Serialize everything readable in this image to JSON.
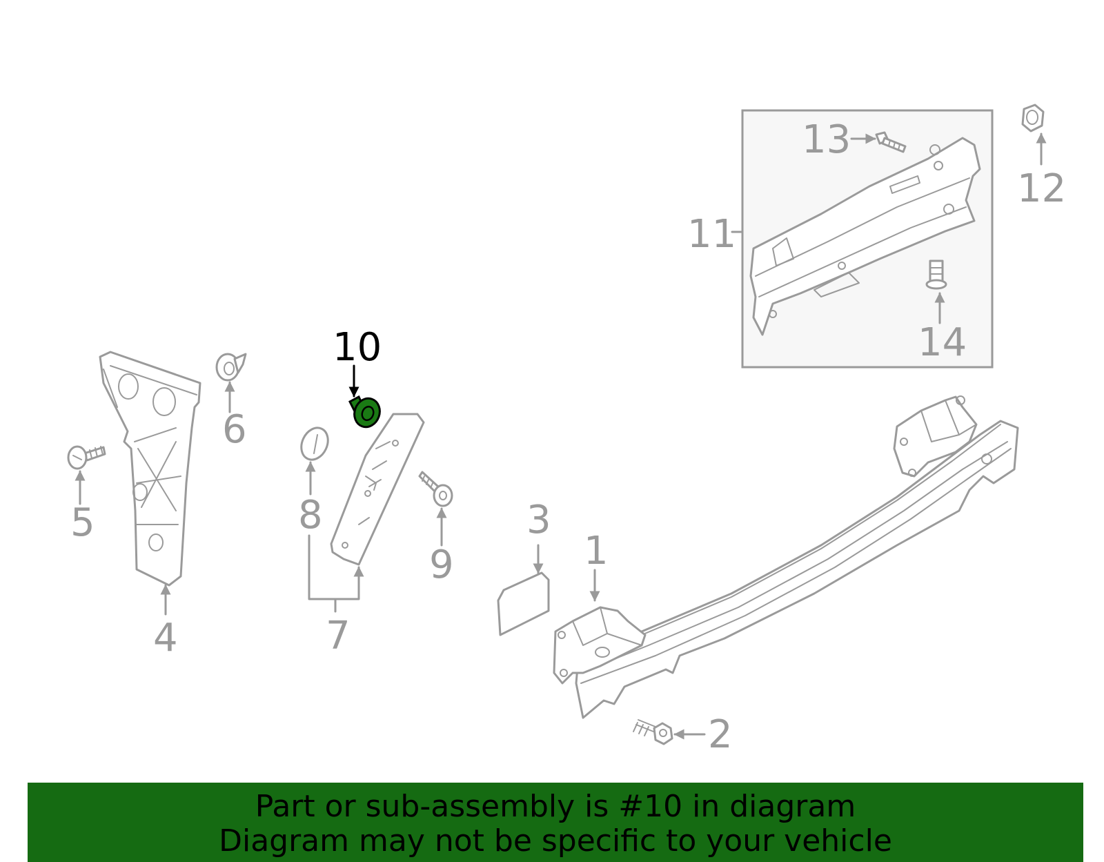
{
  "diagram": {
    "callouts": [
      {
        "id": "1",
        "label": "1"
      },
      {
        "id": "2",
        "label": "2"
      },
      {
        "id": "3",
        "label": "3"
      },
      {
        "id": "4",
        "label": "4"
      },
      {
        "id": "5",
        "label": "5"
      },
      {
        "id": "6",
        "label": "6"
      },
      {
        "id": "7",
        "label": "7"
      },
      {
        "id": "8",
        "label": "8"
      },
      {
        "id": "9",
        "label": "9"
      },
      {
        "id": "10",
        "label": "10"
      },
      {
        "id": "11",
        "label": "11"
      },
      {
        "id": "12",
        "label": "12"
      },
      {
        "id": "13",
        "label": "13"
      },
      {
        "id": "14",
        "label": "14"
      }
    ],
    "highlighted_part": "10",
    "highlight_color": "#1a7a14",
    "line_color": "#9a9a9a"
  },
  "banner": {
    "line1": "Part or sub-assembly is #10 in diagram",
    "line2": "Diagram may not be specific to your vehicle",
    "background": "#156b12"
  }
}
